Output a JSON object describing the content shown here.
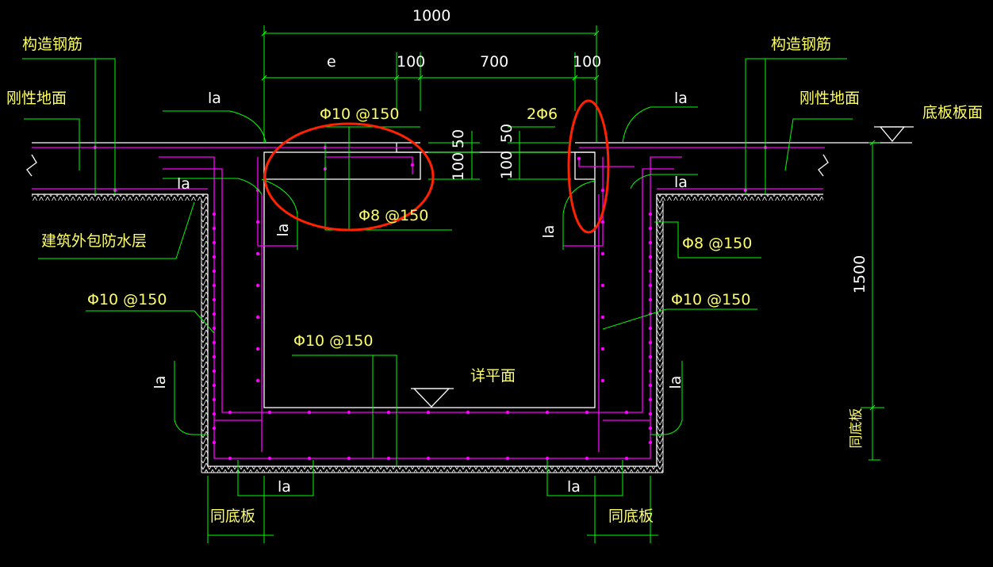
{
  "labels": {
    "left_structural_bars": "构造钢筋",
    "right_structural_bars": "构造钢筋",
    "left_rigid_ground": "刚性地面",
    "right_rigid_ground": "刚性地面",
    "slab_top": "底板板面",
    "waterproof": "建筑外包防水层",
    "plan_detail": "详平面",
    "same_slab_bottom_left": "同底板",
    "same_slab_bottom_right": "同底板",
    "same_slab_side": "同底板"
  },
  "rebar": {
    "top_left": "Φ10 @150",
    "top_right": "2Φ6",
    "mid_left": "Φ8 @150",
    "right_upper": "Φ8 @150",
    "left_wall": "Φ10 @150",
    "right_wall": "Φ10 @150",
    "bottom": "Φ10 @150"
  },
  "dimensions": {
    "overall_width": "1000",
    "seg_e": "e",
    "seg_100_left": "100",
    "seg_700": "700",
    "seg_100_right": "100",
    "left_50": "50",
    "left_100": "100",
    "right_50": "50",
    "right_100": "100",
    "depth": "1500"
  },
  "anchorage": {
    "la": "la"
  },
  "colors": {
    "background": "#000000",
    "structure": "#ffffff",
    "rebar": "#ff00ff",
    "dimension": "#00ff00",
    "text": "#ffff66",
    "highlight": "#ff2200"
  }
}
